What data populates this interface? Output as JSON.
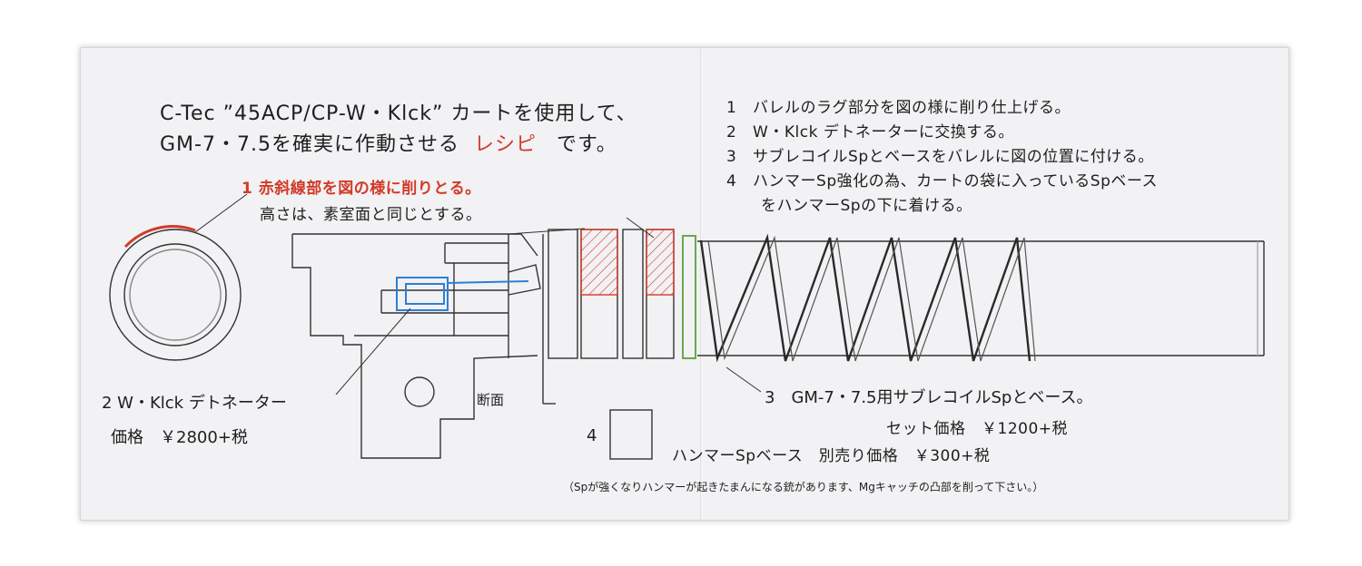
{
  "header": {
    "line1": "C-Tec ”45ACP/CP-W・Klck” カートを使用して、",
    "line2a": "GM-7・7.5を確実に作動させる",
    "line2_recipe": "レシピ",
    "line2b": "です。"
  },
  "steps": [
    {
      "num": "1",
      "text": "バレルのラグ部分を図の様に削り仕上げる。"
    },
    {
      "num": "2",
      "text": "W・Klck デトネーターに交換する。"
    },
    {
      "num": "3",
      "text": "サブレコイルSpとベースをバレルに図の位置に付ける。"
    },
    {
      "num": "4",
      "text": "ハンマーSp強化の為、カートの袋に入っているSpベース"
    },
    {
      "num": "",
      "text": "をハンマーSpの下に着ける。"
    }
  ],
  "annotations": {
    "cut_title": "1 赤斜線部を図の様に削りとる。",
    "cut_note": "高さは、素室面と同じとする。",
    "detonator_label": "2 W・Klck デトネーター",
    "detonator_price": "価格　￥2800+税",
    "section_label": "断面",
    "spring_label": "3　GM-7・7.5用サブレコイルSpとベース。",
    "set_price": "セット価格　￥1200+税",
    "base_num": "4",
    "base_label": "ハンマーSpベース　別売り価格　￥300+税",
    "footnote": "（Spが強くなりハンマーが起きたまんになる銃があります、Mgキャッチの凸部を削って下さい。）"
  },
  "colors": {
    "ink": "#1e1e1e",
    "red": "#d23a2a",
    "blue": "#2e7fd6",
    "green": "#6aa84f",
    "paper": "#f2f1f3"
  }
}
